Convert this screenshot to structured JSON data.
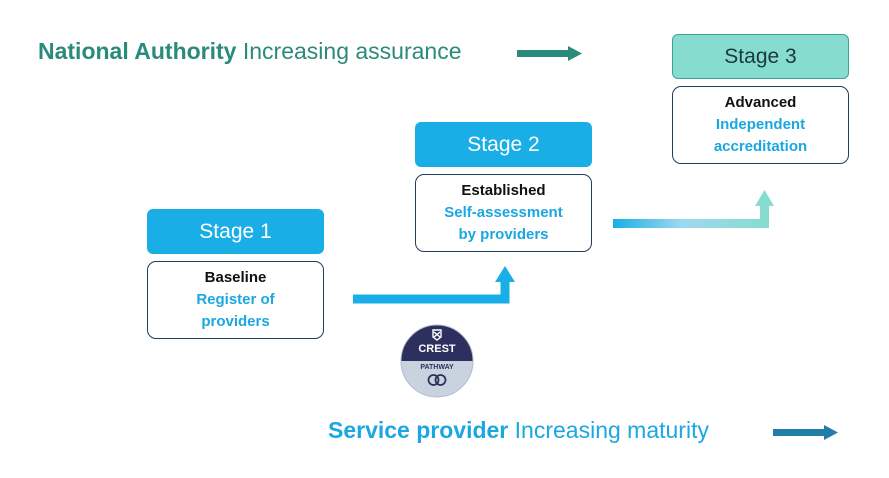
{
  "top_heading": {
    "bold": "National Authority",
    "rest": " Increasing assurance"
  },
  "bottom_heading": {
    "bold": "Service provider",
    "rest": " Increasing maturity"
  },
  "stages": [
    {
      "tab": "Stage 1",
      "level": "Baseline",
      "desc_line1": "Register of",
      "desc_line2": "providers"
    },
    {
      "tab": "Stage 2",
      "level": "Established",
      "desc_line1": "Self-assessment",
      "desc_line2": "by providers"
    },
    {
      "tab": "Stage 3",
      "level": "Advanced",
      "desc_line1": "Independent",
      "desc_line2": "accreditation"
    }
  ],
  "badge": {
    "title": "CREST",
    "subtitle": "PATHWAY"
  },
  "colors": {
    "blue": "#1aaee6",
    "teal": "#86dccf",
    "teal_text": "#2a8a7c",
    "navy_badge": "#2d2f5e",
    "dark_blue_arrow": "#1f7fa8"
  }
}
